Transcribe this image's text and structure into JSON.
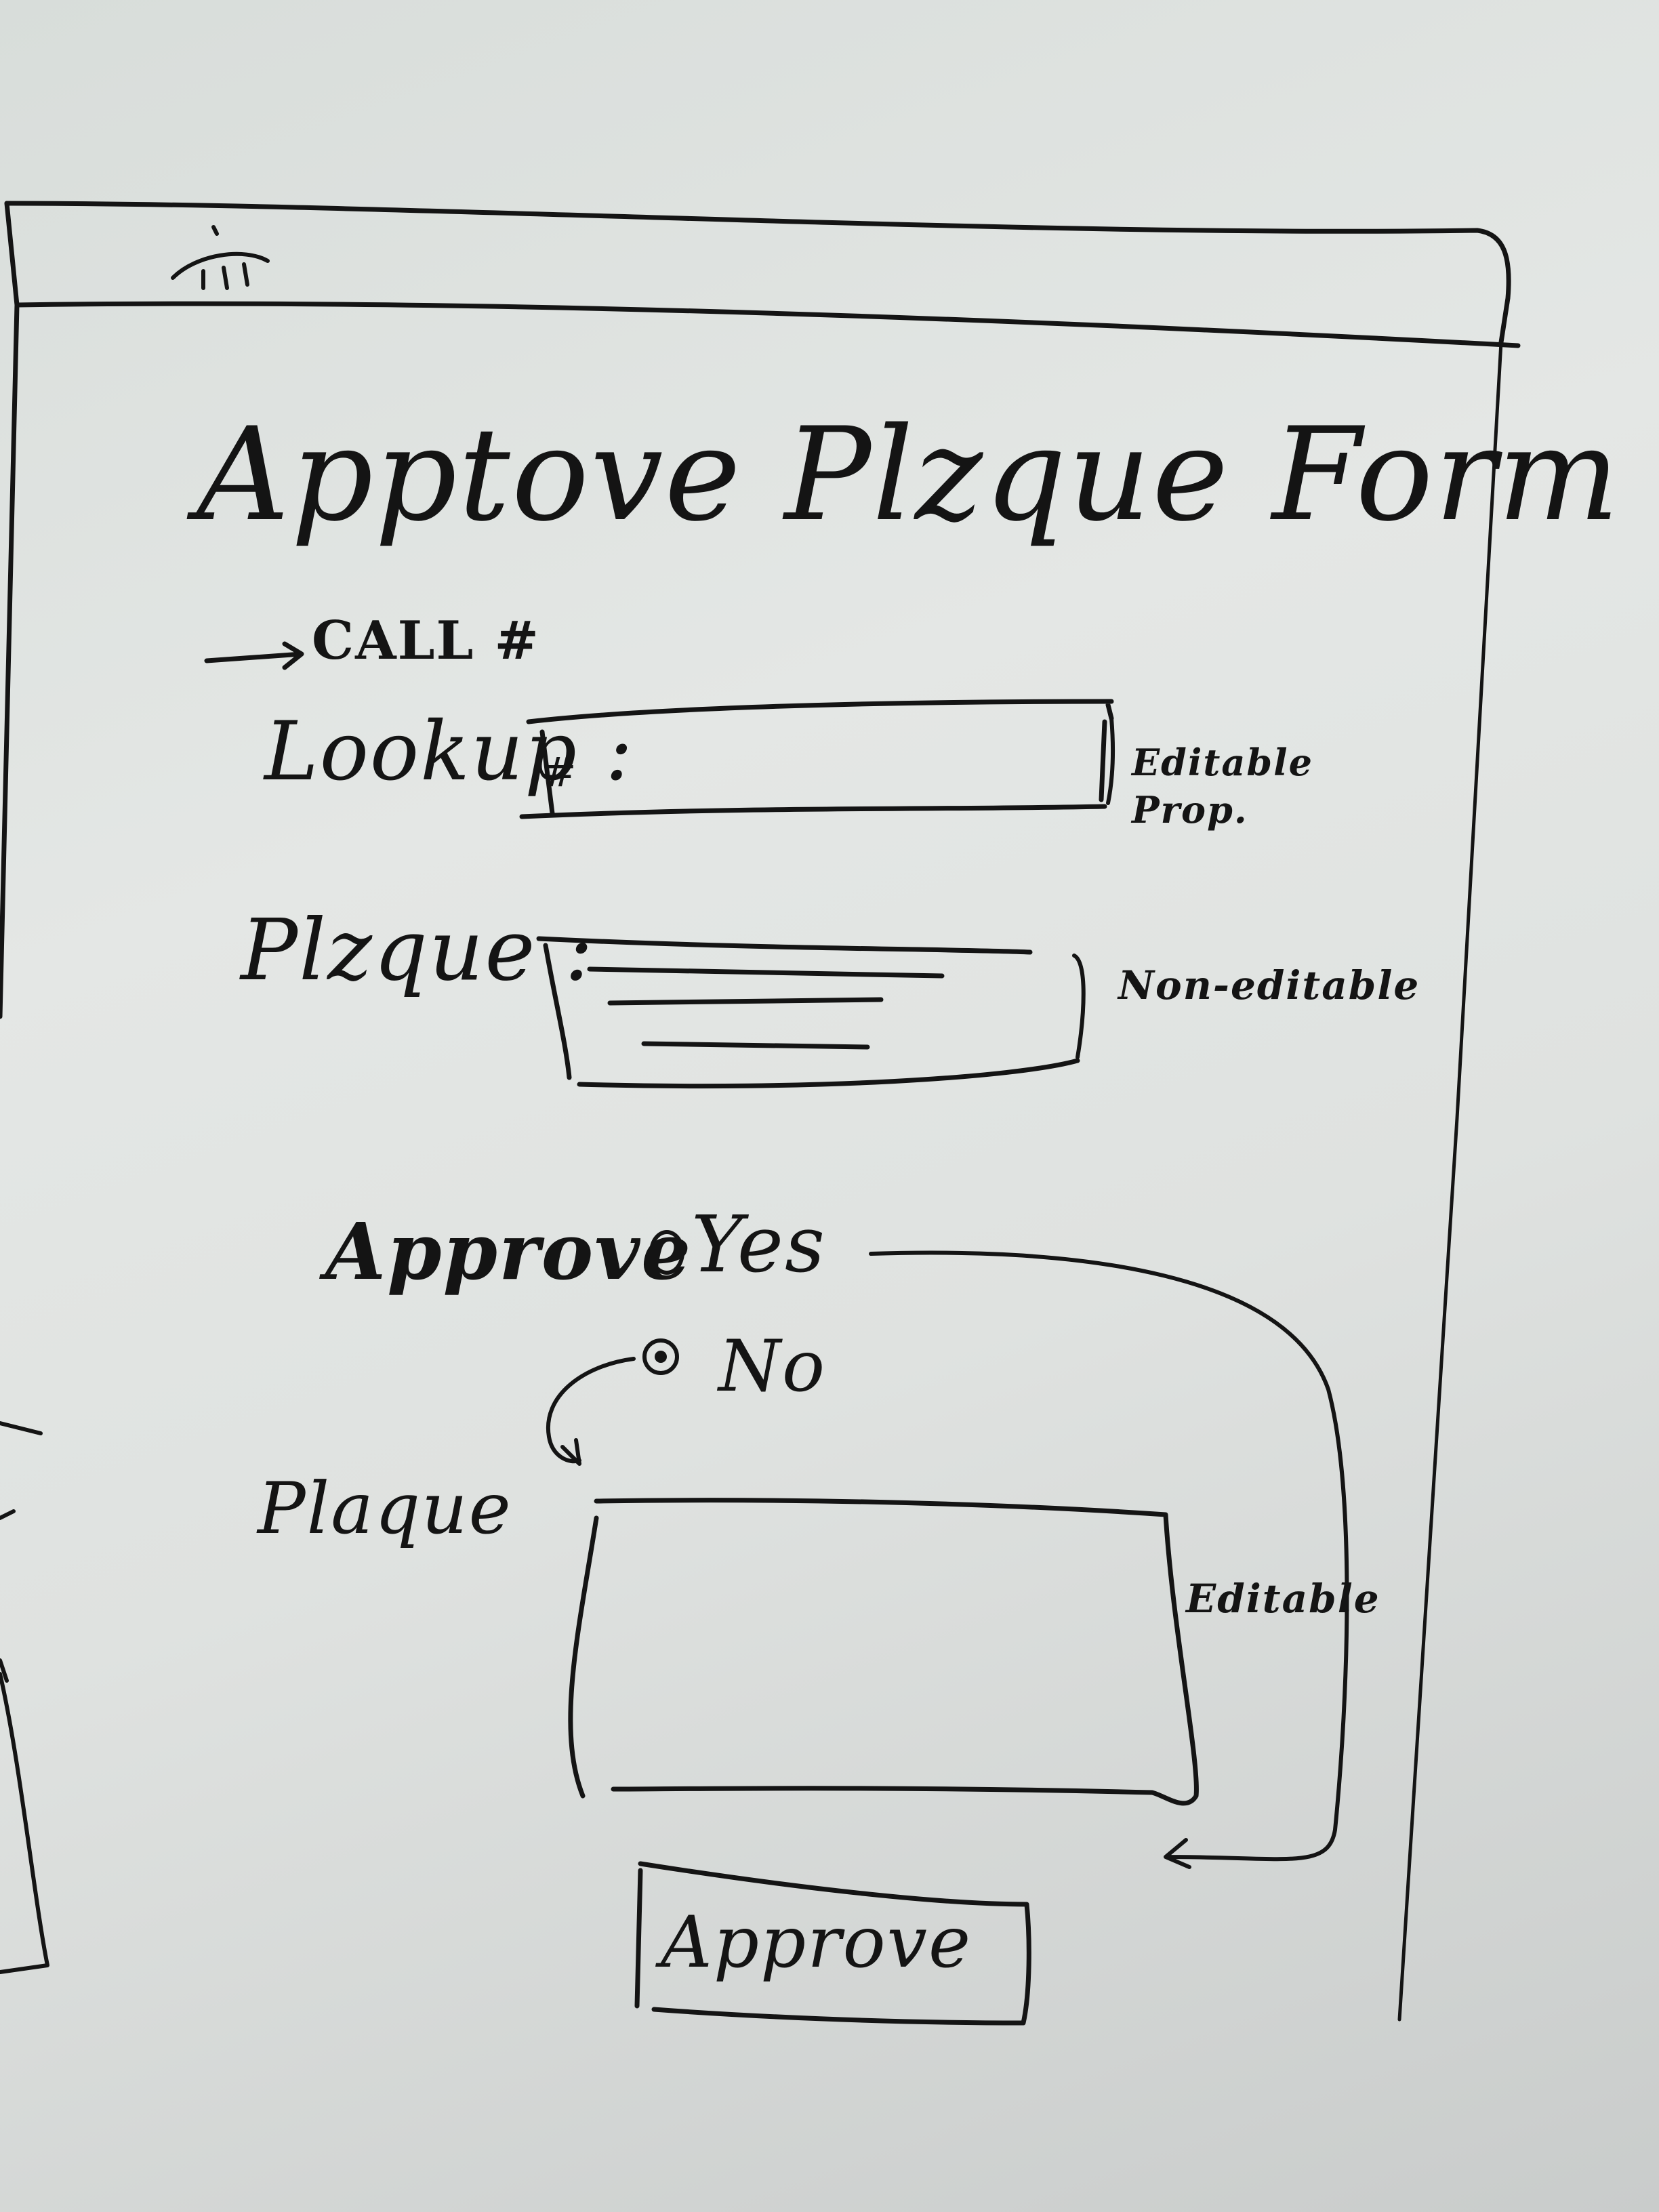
{
  "window": {
    "logo_icon": "wifi-icon"
  },
  "form": {
    "title": "Apptove Plzque Form",
    "annotation_call": "CALL #",
    "lookup_label": "Lookup :",
    "lookup_value": "#",
    "lookup_note": "Editable Prop.",
    "plaque_label": "Plzque :",
    "plaque_note": "Non-editable",
    "approve_label": "Approve",
    "yes_label": "Yes",
    "no_label": "No",
    "plaque_edit_label": "Plaque",
    "plaque_edit_note": "Editable",
    "approve_button": "Approve"
  },
  "colors": {
    "ink": "#141414",
    "board": "#dfe2e0"
  }
}
